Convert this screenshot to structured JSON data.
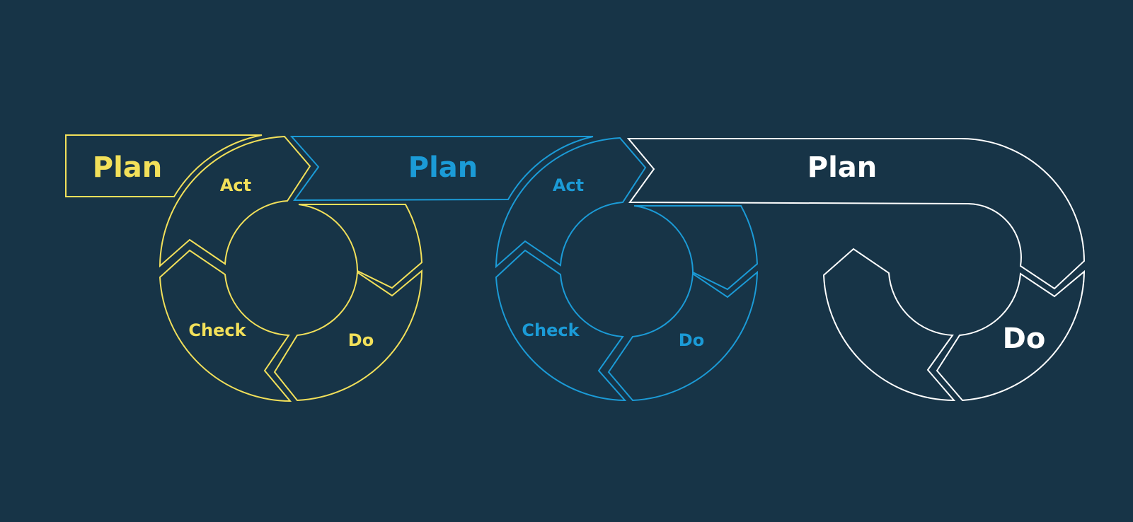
{
  "colors": {
    "background": "#173447",
    "cycle_1": "#F2E05A",
    "cycle_2": "#1B9BD7",
    "cycle_3": "#FFFFFF"
  },
  "cycle_1": {
    "plan": "Plan",
    "act": "Act",
    "check": "Check",
    "do": "Do"
  },
  "cycle_2": {
    "plan": "Plan",
    "act": "Act",
    "check": "Check",
    "do": "Do"
  },
  "cycle_3": {
    "plan": "Plan",
    "do": "Do"
  }
}
